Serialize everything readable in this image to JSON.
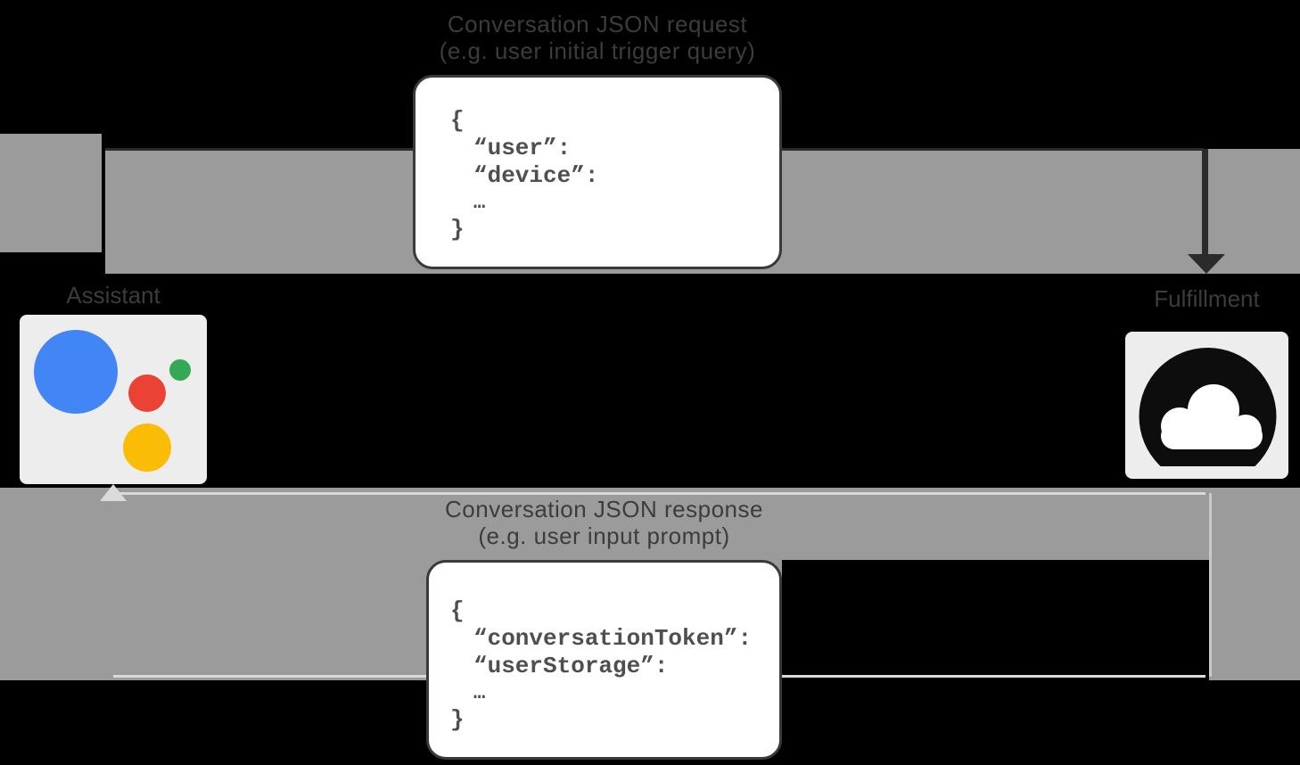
{
  "diagram": {
    "request_title": {
      "line1": "Conversation JSON request",
      "line2": "(e.g. user initial trigger query)"
    },
    "response_title": {
      "line1": "Conversation JSON response",
      "line2": "(e.g. user input prompt)"
    },
    "request_json": {
      "lines": [
        "{",
        "“user”:",
        "“device”:",
        "…",
        "}"
      ]
    },
    "response_json": {
      "lines": [
        "{",
        "“conversationToken”:",
        "“userStorage”:",
        "…",
        "}"
      ]
    },
    "endpoints": {
      "assistant_label": "Assistant",
      "fulfillment_label": "Fulfillment"
    },
    "icons": {
      "assistant": "google-assistant-logo",
      "fulfillment": "cloud-icon"
    },
    "colors": {
      "background": "#000000",
      "arrow_band": "#9b9b9b",
      "dark_arrow": "#2b2b2b",
      "light_arrow": "#dadada",
      "box_background": "#ffffff",
      "box_border": "#3a3a3a",
      "code_text": "#4f4f4f",
      "label_text": "#3c3c3c",
      "tile_background": "#ededed",
      "assistant_blue": "#4285f4",
      "assistant_green": "#34a853",
      "assistant_red": "#ea4335",
      "assistant_yellow": "#fbbc05",
      "cloud_icon": "#0d0d0d"
    }
  }
}
